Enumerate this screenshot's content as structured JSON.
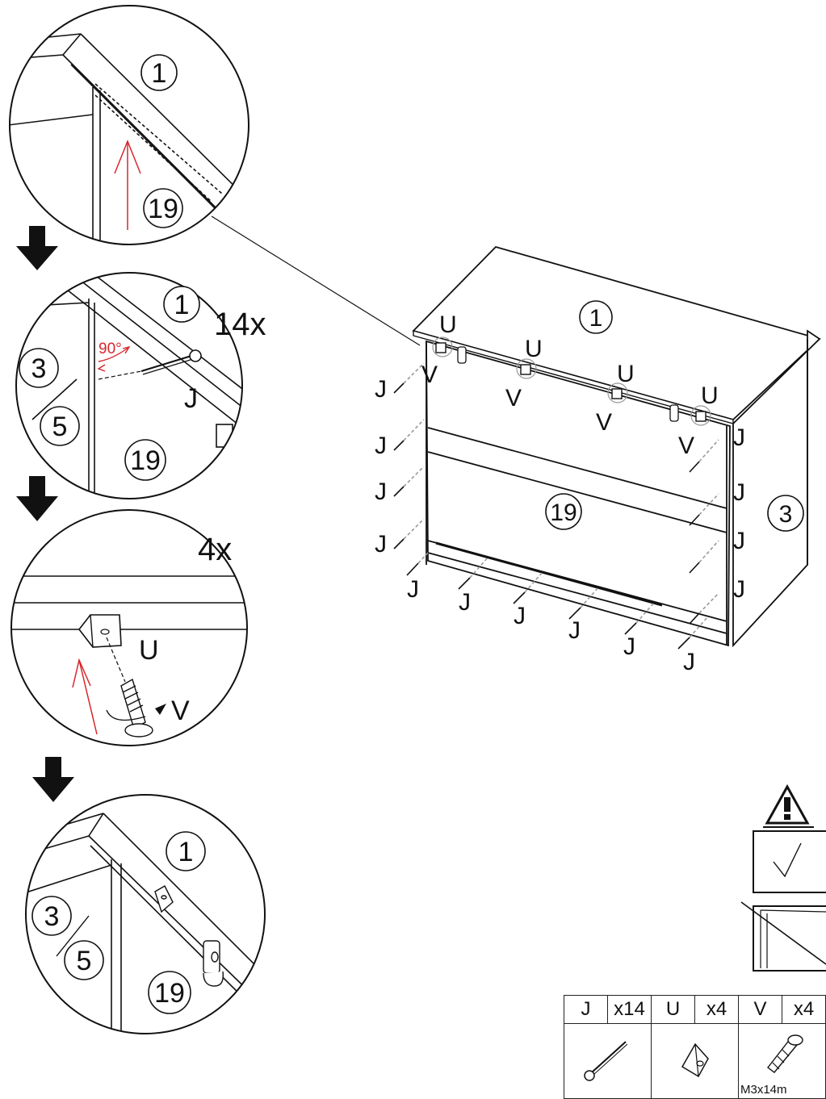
{
  "callouts": {
    "detail_top": {
      "part_top": "1",
      "part_back": "19"
    },
    "detail_nail": {
      "part_top": "1",
      "quantity": "14x",
      "angle": "90°",
      "part_side_a": "3",
      "part_side_b": "5",
      "part_back": "19",
      "fastener": "J"
    },
    "detail_bracket": {
      "quantity": "4x",
      "bracket": "U",
      "screw": "V"
    },
    "detail_result": {
      "part_top": "1",
      "part_side_a": "3",
      "part_side_b": "5",
      "part_back": "19"
    }
  },
  "assembly": {
    "top_label": "1",
    "back_label": "19",
    "side_label": "3",
    "bracket_label": "U",
    "screw_label": "V",
    "nail_label": "J"
  },
  "parts_table": [
    {
      "code": "J",
      "qty": "x14",
      "icon": "nail-icon",
      "spec": ""
    },
    {
      "code": "U",
      "qty": "x4",
      "icon": "bracket-icon",
      "spec": ""
    },
    {
      "code": "V",
      "qty": "x4",
      "icon": "screw-icon",
      "spec": "M3x14m"
    }
  ]
}
